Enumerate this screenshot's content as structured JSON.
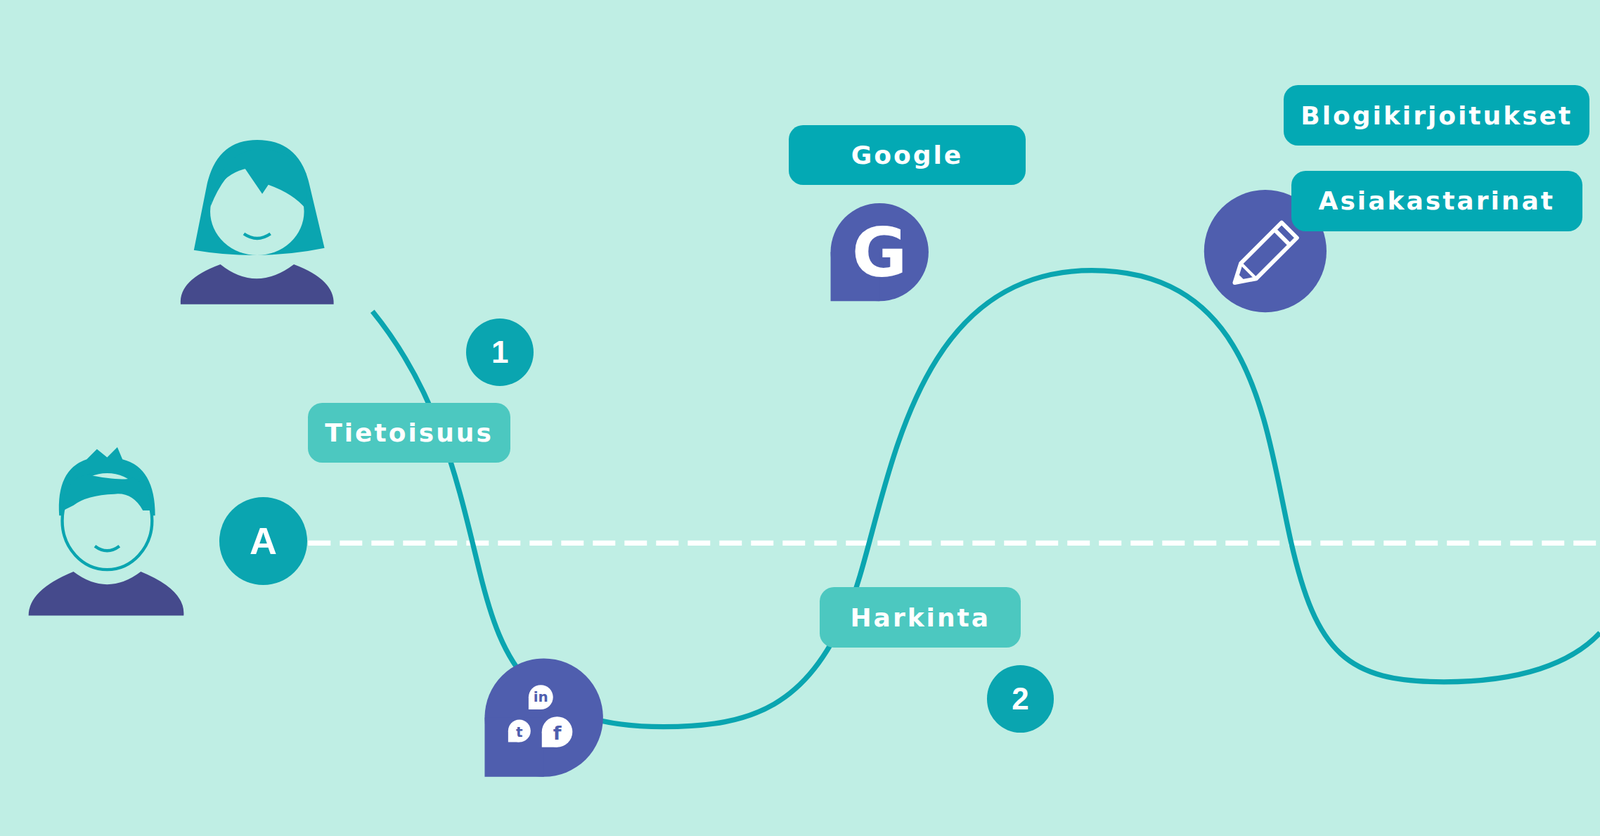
{
  "diagram": {
    "nodes": [
      {
        "text": [
          "A"
        ]
      },
      {
        "text": [
          "1"
        ]
      },
      {
        "text": [
          "Tietoisuus"
        ]
      },
      {
        "text": [
          "Google"
        ]
      },
      {
        "text": [
          "Harkinta"
        ]
      },
      {
        "text": [
          "2"
        ]
      },
      {
        "text": [
          "Blogikirjoitukset"
        ]
      },
      {
        "text": [
          "Asiakastarinat"
        ]
      }
    ],
    "labels": [
      "in",
      "t",
      "f",
      "G"
    ]
  }
}
